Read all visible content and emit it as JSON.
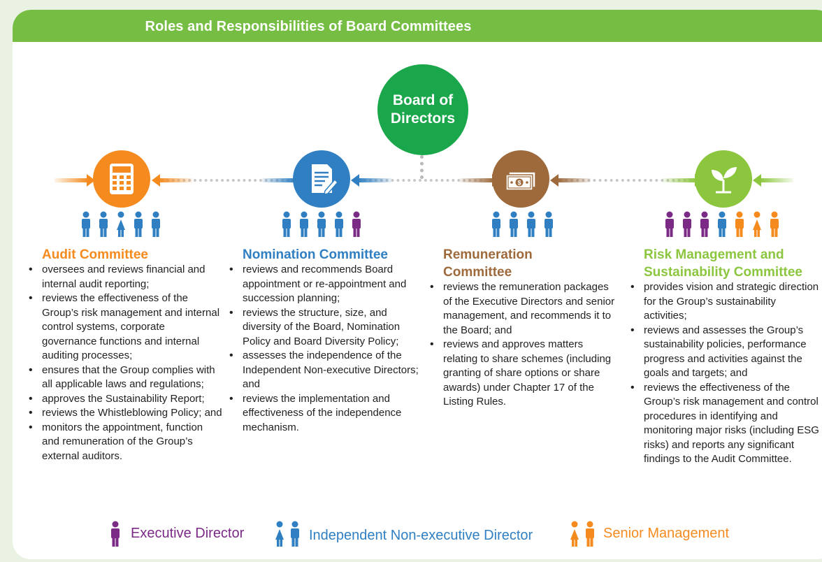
{
  "header": {
    "title": "Roles and Responsibilities of Board Committees"
  },
  "board": {
    "line1": "Board of",
    "line2": "Directors"
  },
  "committees": [
    {
      "title_line1": "Audit Committee",
      "title_line2": "",
      "color": "#f58b1f",
      "icon": "calculator-icon",
      "members": [
        "independent-nonexecutive",
        "independent-nonexecutive",
        "independent-nonexecutive",
        "independent-nonexecutive",
        "independent-nonexecutive"
      ],
      "items": [
        "oversees and reviews financial and internal audit reporting;",
        "reviews the effectiveness of the Group’s risk management and internal control systems, corporate governance functions and internal auditing processes;",
        "ensures that the Group complies with all applicable laws and regulations;",
        "approves the Sustainability Report;",
        "reviews the Whistleblowing Policy; and",
        "monitors the appointment, function and remuneration of the Group’s external auditors."
      ]
    },
    {
      "title_line1": "Nomination Committee",
      "title_line2": "",
      "color": "#2f7fc2",
      "icon": "document-pen-icon",
      "members": [
        "independent-nonexecutive",
        "independent-nonexecutive",
        "independent-nonexecutive",
        "independent-nonexecutive",
        "executive"
      ],
      "items": [
        "reviews and recommends Board appointment or re-appointment and succession planning;",
        "reviews the structure, size, and diversity of the Board, Nomination Policy and Board Diversity Policy;",
        "assesses the independence of the Independent Non-executive Directors; and",
        "reviews the implementation and effectiveness of the independence mechanism."
      ]
    },
    {
      "title_line1": "Remuneration",
      "title_line2": "Committee",
      "color": "#9e6a3c",
      "icon": "banknotes-icon",
      "members": [
        "independent-nonexecutive",
        "independent-nonexecutive",
        "independent-nonexecutive",
        "independent-nonexecutive"
      ],
      "items": [
        "reviews the remuneration packages of the Executive Directors and senior management, and recommends it to the Board; and",
        "reviews and approves matters relating to share schemes (including granting of share options or share awards) under Chapter 17 of the Listing Rules."
      ]
    },
    {
      "title_line1": "Risk Management and",
      "title_line2": "Sustainability Committee",
      "color": "#8cc63f",
      "icon": "seedling-icon",
      "members": [
        "executive",
        "executive",
        "executive",
        "independent-nonexecutive",
        "senior-management",
        "senior-management",
        "senior-management"
      ],
      "items": [
        "provides vision and strategic direction for the Group’s sustainability activities;",
        "reviews and assesses the Group’s sustainability policies, performance progress and activities against the goals and targets; and",
        "reviews the effectiveness of the Group’s risk management and control procedures in identifying and monitoring major risks (including ESG risks) and reports any significant findings to the Audit Committee."
      ]
    }
  ],
  "legend": [
    {
      "label": "Executive Director",
      "color": "#7b2a86",
      "icon": "person-icon"
    },
    {
      "label": "Independent Non-executive Director",
      "color": "#2f7fc2",
      "icon": "two-people-icon"
    },
    {
      "label": "Senior Management",
      "color": "#f58b1f",
      "icon": "two-people-icon"
    }
  ],
  "member_colors": {
    "executive": "#7b2a86",
    "independent-nonexecutive": "#2f7fc2",
    "senior-management": "#f58b1f"
  }
}
